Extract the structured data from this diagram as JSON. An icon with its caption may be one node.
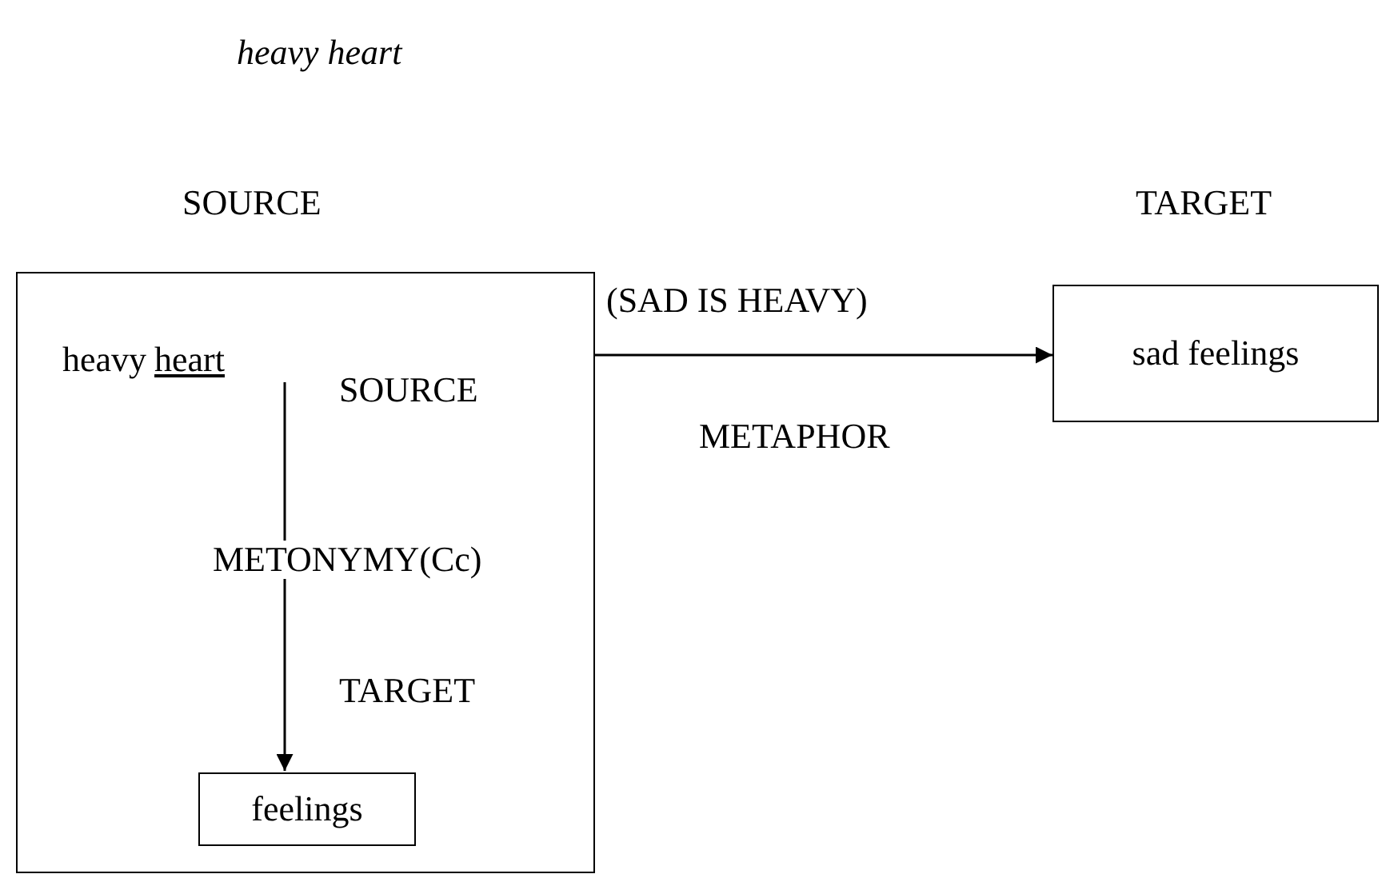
{
  "diagram": {
    "title": "heavy heart",
    "nodes": [
      {
        "text": [],
        "shape": "box"
      },
      {
        "text": [
          "heavy",
          "heart"
        ],
        "in": 0
      },
      {
        "text": [
          "feelings"
        ],
        "in": 0
      },
      {
        "text": [
          "sad feelings"
        ]
      }
    ],
    "edges": [
      {
        "from": 1,
        "to": 2,
        "arrow": "to",
        "label": "METONYMY(Cc)"
      },
      {
        "from": 0,
        "to": 3,
        "arrow": "to",
        "label": "(SAD IS HEAVY)"
      }
    ],
    "labels": [
      "SOURCE",
      "TARGET",
      "SOURCE",
      "METAPHOR",
      "TARGET"
    ]
  }
}
